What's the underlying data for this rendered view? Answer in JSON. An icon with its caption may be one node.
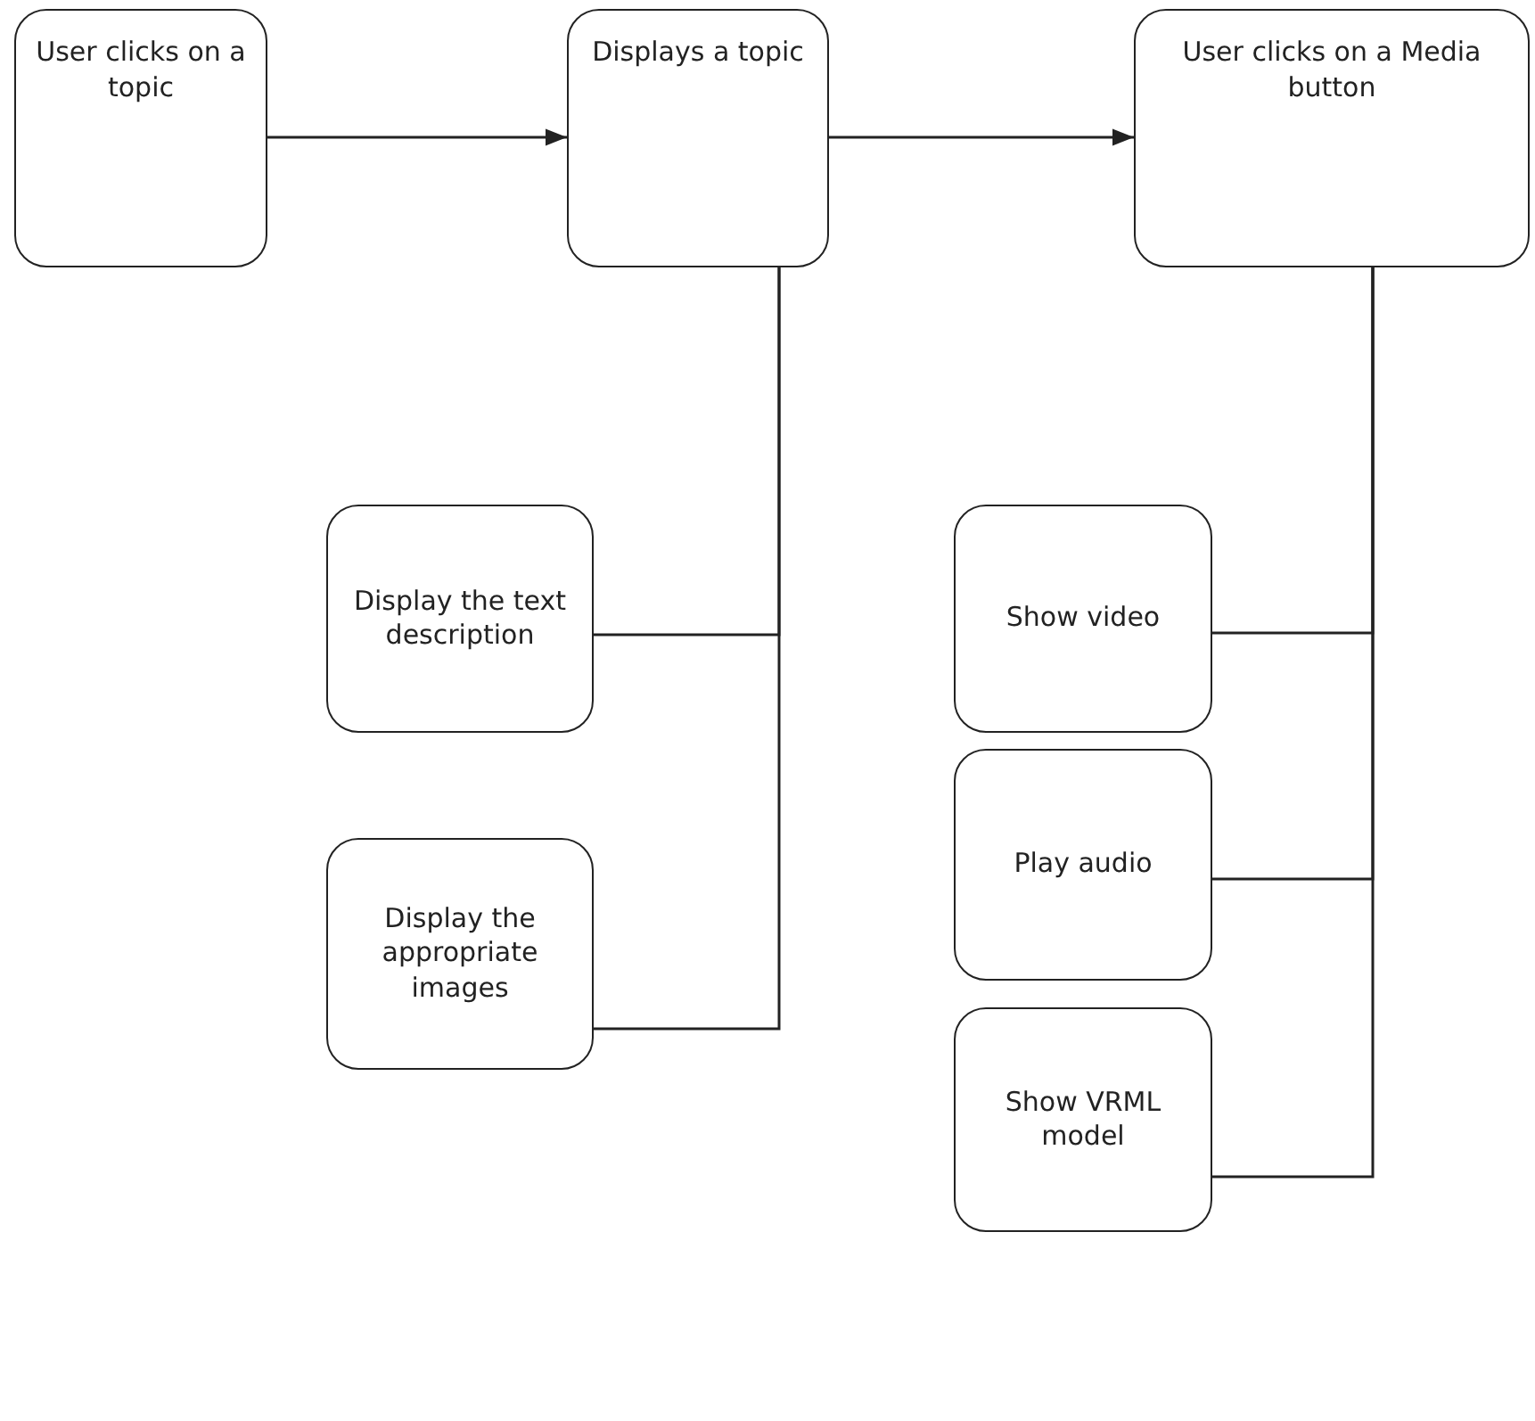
{
  "diagram": {
    "nodes": [
      {
        "text": [
          "User clicks on a topic"
        ]
      },
      {
        "text": [
          "Displays a topic"
        ]
      },
      {
        "text": [
          "User clicks on a Media button"
        ]
      },
      {
        "text": [
          "Display the text description"
        ]
      },
      {
        "text": [
          "Display the appropriate images"
        ]
      },
      {
        "text": [
          "Show video"
        ]
      },
      {
        "text": [
          "Play audio"
        ]
      },
      {
        "text": [
          "Show VRML model"
        ]
      }
    ],
    "edges": [
      {
        "from": 0,
        "to": 1,
        "arrow": "to"
      },
      {
        "from": 1,
        "to": 2,
        "arrow": "to"
      },
      {
        "from": 1,
        "to": 3,
        "arrow": "none"
      },
      {
        "from": 1,
        "to": 4,
        "arrow": "none"
      },
      {
        "from": 2,
        "to": 5,
        "arrow": "none"
      },
      {
        "from": 2,
        "to": 6,
        "arrow": "none"
      },
      {
        "from": 2,
        "to": 7,
        "arrow": "none"
      }
    ]
  }
}
